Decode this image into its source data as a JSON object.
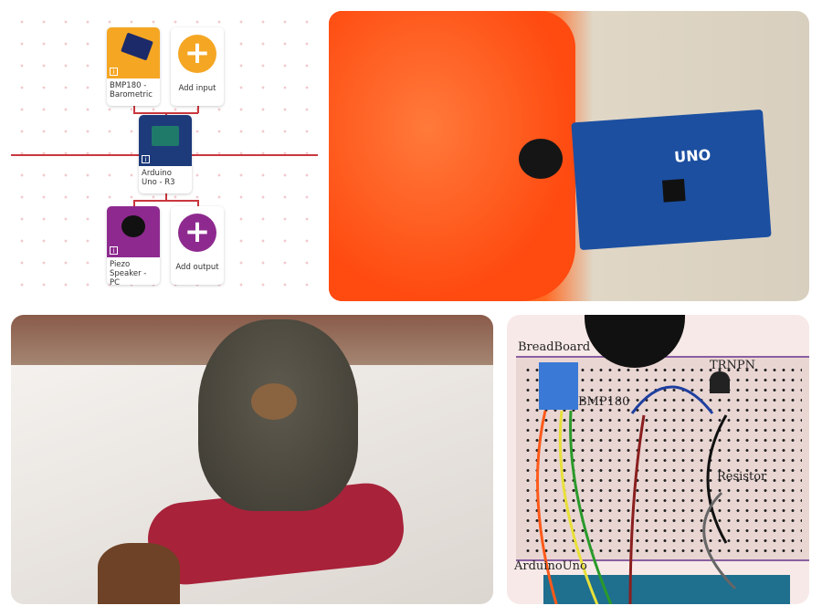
{
  "flow": {
    "inputs": [
      {
        "label": "BMP180 - Barometric",
        "color": "#f5a623"
      },
      {
        "label": "Add input",
        "color": "#f5a623"
      }
    ],
    "controller": {
      "label": "Arduino Uno - R3",
      "color": "#1d3b7a"
    },
    "outputs": [
      {
        "label": "Piezo Speaker - PC",
        "color": "#8e2a8f"
      },
      {
        "label": "Add output",
        "color": "#8e2a8f"
      }
    ],
    "info_glyph": "i",
    "plus_glyph": "+"
  },
  "photo_board": {
    "board_text": "UNO"
  },
  "breadboard": {
    "labels": {
      "breadboard": "BreadBoard",
      "sensor": "BMP180",
      "transistor": "TRNPN",
      "resistor": "Resistor",
      "arduino": "ArduinoUno"
    }
  }
}
